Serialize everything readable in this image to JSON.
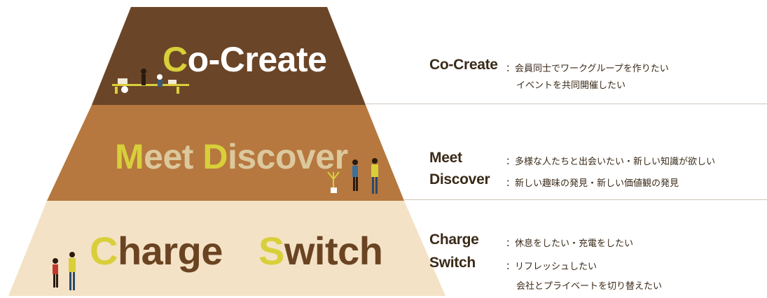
{
  "colors": {
    "tier_top": "#6b4527",
    "tier_middle": "#b6783f",
    "tier_bottom": "#f4e2c6",
    "accent_letter": "#d8cf3a"
  },
  "tiers": [
    {
      "cap1": "C",
      "rest1": "o-Create",
      "cap2": "",
      "rest2": ""
    },
    {
      "cap1": "M",
      "rest1": "eet ",
      "cap2": "D",
      "rest2": "iscover"
    },
    {
      "cap1": "C",
      "rest1": "harge ",
      "cap2": "S",
      "rest2": "witch"
    }
  ],
  "descriptions": [
    {
      "label_line1": "Co-Create",
      "label_line2": "",
      "lines": [
        "：会員同士でワークグループを作りたい",
        "イベントを共同開催したい"
      ]
    },
    {
      "label_line1": "Meet",
      "label_line2": "Discover",
      "lines": [
        "：多様な人たちと出会いたい・新しい知識が欲しい",
        "：新しい趣味の発見・新しい価値観の発見"
      ]
    },
    {
      "label_line1": "Charge",
      "label_line2": "Switch",
      "lines": [
        "：休息をしたい・充電をしたい",
        "：リフレッシュしたい",
        "会社とプライベートを切り替えたい"
      ]
    }
  ]
}
